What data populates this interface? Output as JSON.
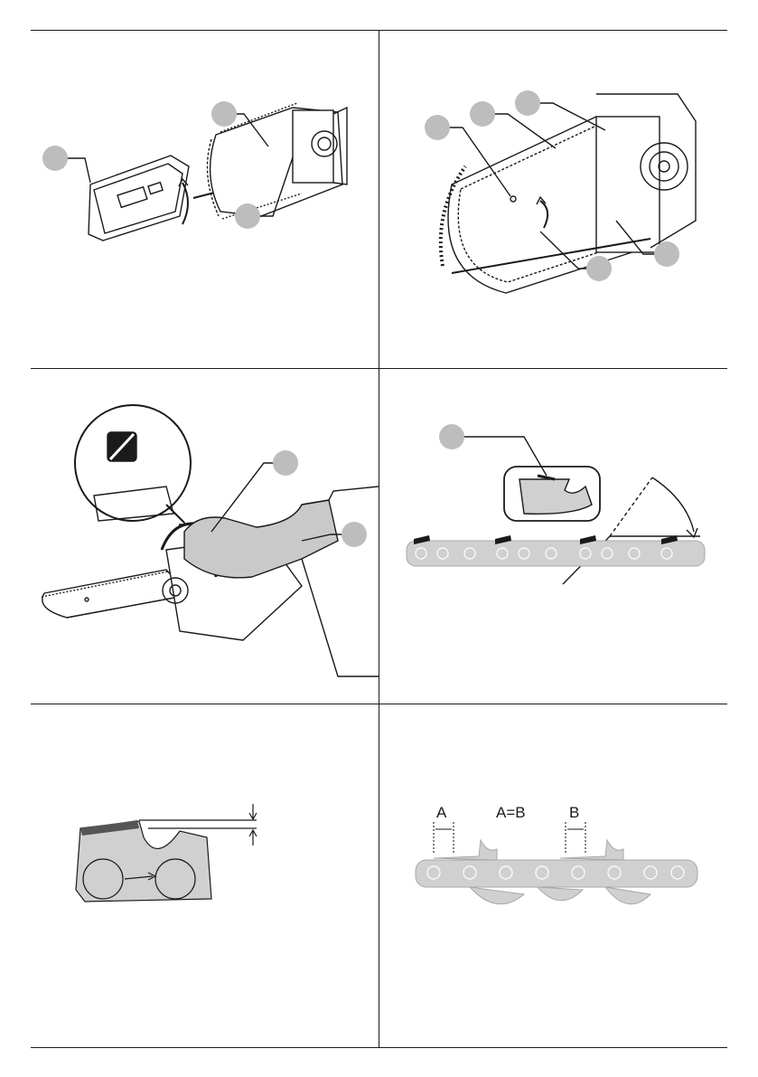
{
  "figures": {
    "measure_a": "A",
    "measure_eq": "A=B",
    "measure_b": "B"
  },
  "colors": {
    "callout_gray": "#bdbdbd",
    "link_gray": "#d0d0d0",
    "cutter_dark": "#1a1a1a",
    "line": "#1a1a1a"
  }
}
